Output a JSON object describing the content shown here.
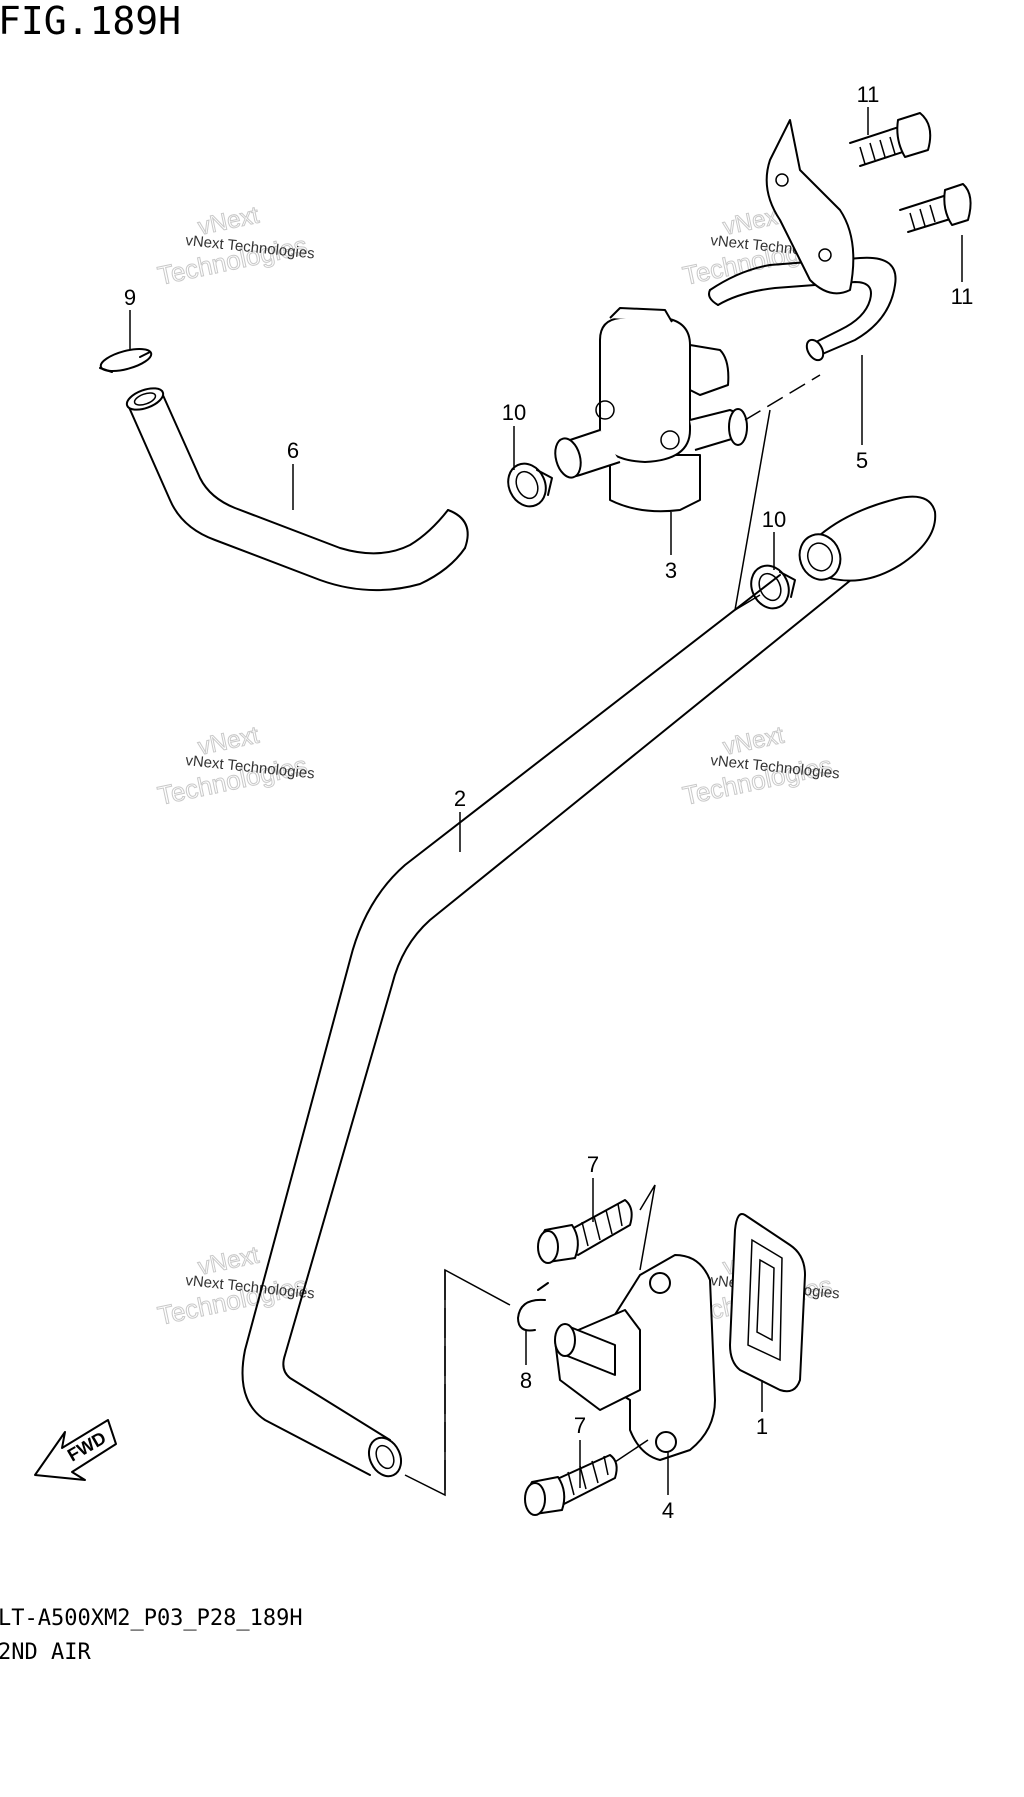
{
  "figure": {
    "title": "FIG.189H",
    "model_code": "LT-A500XM2_P03_P28_189H",
    "section_name": "2ND AIR"
  },
  "watermark": {
    "brand": "vNext",
    "line": "Technologies",
    "small": "vNext Technologies"
  },
  "fwd_label": "FWD",
  "callouts": {
    "c1": "1",
    "c2": "2",
    "c3": "3",
    "c4": "4",
    "c5": "5",
    "c6": "6",
    "c7a": "7",
    "c7b": "7",
    "c8": "8",
    "c9": "9",
    "c10a": "10",
    "c10b": "10",
    "c11a": "11",
    "c11b": "11"
  }
}
